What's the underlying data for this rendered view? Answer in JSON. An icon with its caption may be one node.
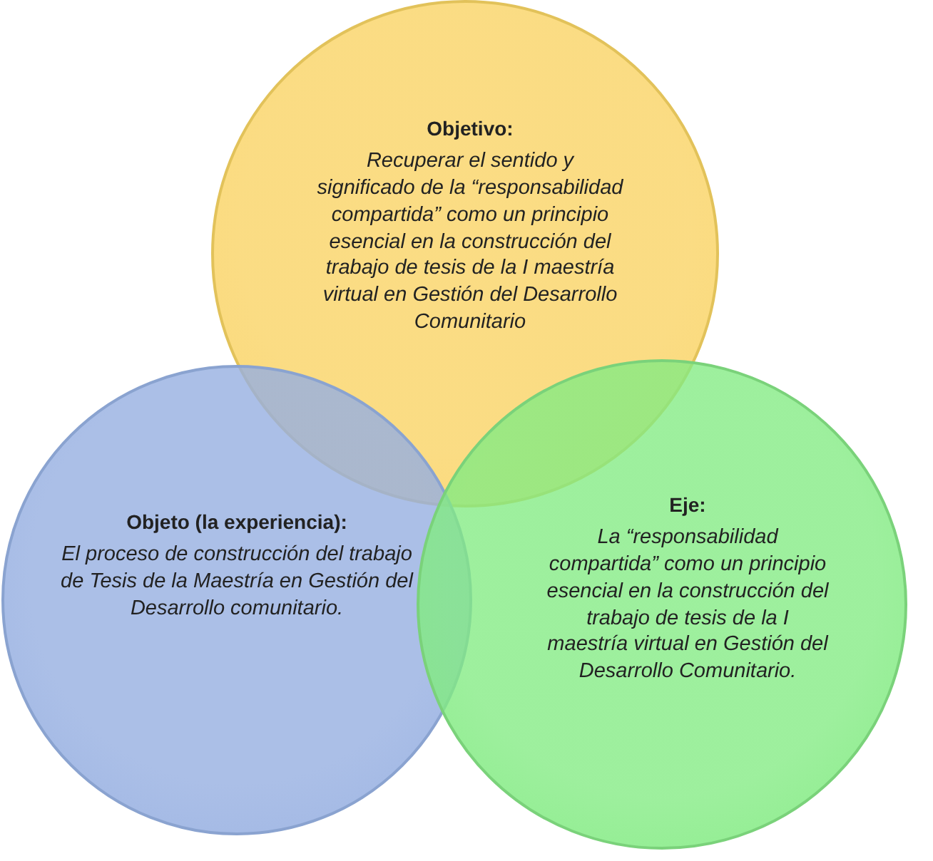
{
  "diagram": {
    "nodes": [
      {
        "text": [
          "Objetivo:",
          "Recuperar el sentido y significado de la “responsabilidad compartida” como un principio esencial en la construcción del trabajo de tesis de la I maestría virtual en Gestión del Desarrollo Comunitario"
        ]
      },
      {
        "text": [
          "Objeto (la experiencia):",
          "El proceso de construcción del trabajo de Tesis de la Maestría en Gestión del Desarrollo comunitario."
        ]
      },
      {
        "text": [
          "Eje:",
          "La “responsabilidad compartida” como un principio esencial en la construcción del trabajo de tesis de la I maestría virtual en Gestión del Desarrollo Comunitario."
        ]
      }
    ],
    "edges": []
  }
}
